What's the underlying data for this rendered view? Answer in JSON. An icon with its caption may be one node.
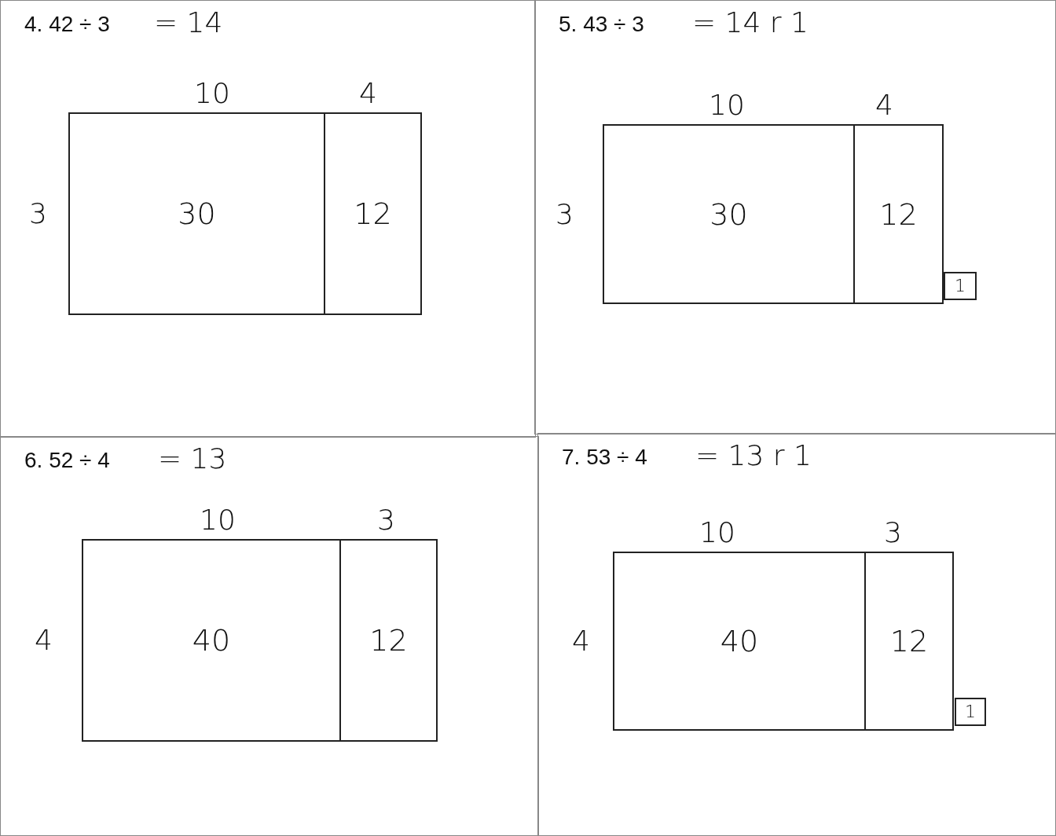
{
  "diagram": {
    "nodes": [
      {
        "text": [
          "4. 42 ÷ 3",
          "= 14"
        ]
      },
      {
        "text": [
          "30"
        ],
        "in": 0,
        "beside": [
          "10",
          "3"
        ]
      },
      {
        "text": [
          "12"
        ],
        "in": 0,
        "beside": [
          "4"
        ]
      },
      {
        "text": [
          "5. 43 ÷ 3",
          "= 14 r 1"
        ]
      },
      {
        "text": [
          "30"
        ],
        "in": 3,
        "beside": [
          "10",
          "3"
        ]
      },
      {
        "text": [
          "12"
        ],
        "in": 3,
        "beside": [
          "4"
        ]
      },
      {
        "text": [
          "1"
        ],
        "in": 3
      },
      {
        "text": [
          "6. 52 ÷ 4",
          "= 13"
        ]
      },
      {
        "text": [
          "40"
        ],
        "in": 7,
        "beside": [
          "10",
          "4"
        ]
      },
      {
        "text": [
          "12"
        ],
        "in": 7,
        "beside": [
          "3"
        ]
      },
      {
        "text": [
          "7. 53 ÷ 4",
          "= 13 r 1"
        ]
      },
      {
        "text": [
          "40"
        ],
        "in": 10,
        "beside": [
          "10",
          "4"
        ]
      },
      {
        "text": [
          "12"
        ],
        "in": 10,
        "beside": [
          "3"
        ]
      },
      {
        "text": [
          "1"
        ],
        "in": 10
      }
    ],
    "edges": []
  }
}
